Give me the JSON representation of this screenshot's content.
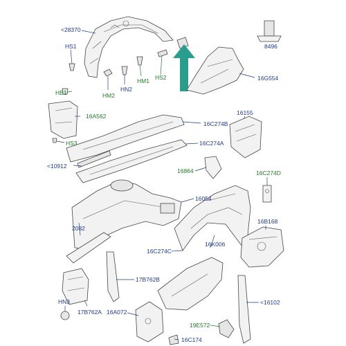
{
  "labels": {
    "l28370": "<28370",
    "l8496": "8496",
    "lHS1": "HS1",
    "lHB1": "HB1",
    "lHM2": "HM2",
    "lHN2": "HN2",
    "lHM1": "HM1",
    "lHS2": "HS2",
    "lHS3": "HS3",
    "l16G554": "16G554",
    "l16A562": "16A562",
    "l16155": "16155",
    "l16C274B": "16C274B",
    "l16C274A": "16C274A",
    "l10912": "<10912",
    "l16864": "16864",
    "l16C274D": "16C274D",
    "l16054": "16054",
    "l2082": "2082",
    "l16B168": "16B168",
    "l16K006": "16K006",
    "l16C274C": "16C274C",
    "l17B762B": "17B762B",
    "l16102": "<16102",
    "lHN3": "HN3",
    "l17B762A": "17B762A",
    "l16A072": "16A072",
    "l19E572": "19E572",
    "l16C174": "16C174"
  },
  "colors": {
    "label_blue": "#1e3a8c",
    "label_green": "#1f7a2a",
    "highlight_arrow": "#2a9d8f"
  }
}
